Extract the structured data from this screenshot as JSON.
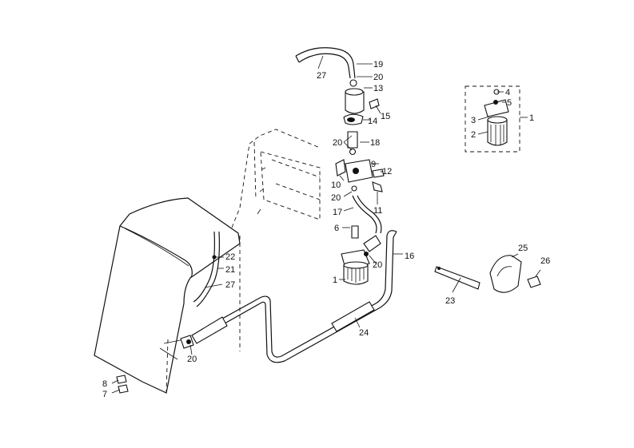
{
  "callouts": {
    "c1_top": "1",
    "c1_bottom": "1",
    "c2": "2",
    "c3": "3",
    "c4": "4",
    "c5": "5",
    "c6": "6",
    "c7": "7",
    "c8": "8",
    "c9": "9",
    "c10": "10",
    "c11": "11",
    "c12": "12",
    "c13": "13",
    "c14": "14",
    "c15": "15",
    "c16": "16",
    "c17": "17",
    "c18": "18",
    "c19": "19",
    "c20_top": "20",
    "c20_mid": "20",
    "c20_lower": "20",
    "c20_right": "20",
    "c20_bottom": "20",
    "c21": "21",
    "c22": "22",
    "c23": "23",
    "c24": "24",
    "c25": "25",
    "c26": "26",
    "c27_top": "27",
    "c27_left": "27"
  }
}
